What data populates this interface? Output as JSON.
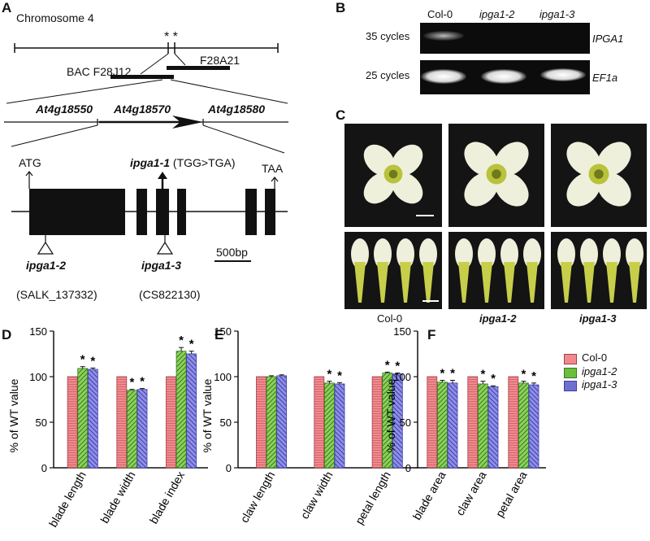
{
  "panels": {
    "a": "A",
    "b": "B",
    "c": "C",
    "d": "D",
    "e": "E",
    "f": "F"
  },
  "panel_a": {
    "chromosome": "Chromosome 4",
    "asterisks": "* *",
    "bac1": "BAC F28J12",
    "bac2": "F28A21",
    "gene_left": "At4g18550",
    "gene_mid": "At4g18570",
    "gene_right": "At4g18580",
    "atg": "ATG",
    "taa": "TAA",
    "mut1": "ipga1-1",
    "mut1_change": "(TGG>TGA)",
    "mut2": "ipga1-2",
    "mut2_line": "(SALK_137332)",
    "mut3": "ipga1-3",
    "mut3_line": "(CS822130)",
    "scale": "500bp"
  },
  "panel_b": {
    "col0": "Col-0",
    "ipga12": "ipga1-2",
    "ipga13": "ipga1-3",
    "cycles35": "35 cycles",
    "cycles25": "25 cycles",
    "gene1": "IPGA1",
    "gene2": "EF1a"
  },
  "panel_c": {
    "col0": "Col-0",
    "ipga12": "ipga1-2",
    "ipga13": "ipga1-3"
  },
  "legend": [
    {
      "name": "Col-0",
      "color": "#f08a8f"
    },
    {
      "name": "ipga1-2",
      "color": "#6dbd3c"
    },
    {
      "name": "ipga1-3",
      "color": "#6f6fd0"
    }
  ],
  "chart_data": [
    {
      "type": "bar",
      "ylabel": "% of WT value",
      "ylim": [
        0,
        150
      ],
      "yticks": [
        "0",
        "50",
        "100",
        "150"
      ],
      "categories": [
        "blade length",
        "blade width",
        "blade index"
      ],
      "series": [
        {
          "name": "Col-0",
          "values": [
            100,
            100,
            100
          ]
        },
        {
          "name": "ipga1-2",
          "values": [
            109,
            85,
            128
          ]
        },
        {
          "name": "ipga1-3",
          "values": [
            108,
            86,
            125
          ]
        }
      ],
      "errors": [
        [
          0,
          0,
          0
        ],
        [
          2,
          1,
          4
        ],
        [
          1.5,
          1,
          3
        ]
      ],
      "significance": [
        [
          false,
          false,
          false
        ],
        [
          true,
          true,
          true
        ],
        [
          true,
          true,
          true
        ]
      ]
    },
    {
      "type": "bar",
      "ylabel": "% of WT value",
      "ylim": [
        0,
        150
      ],
      "yticks": [
        "0",
        "50",
        "100",
        "150"
      ],
      "categories": [
        "claw length",
        "claw width",
        "petal length"
      ],
      "series": [
        {
          "name": "Col-0",
          "values": [
            100,
            100,
            100
          ]
        },
        {
          "name": "ipga1-2",
          "values": [
            100,
            93,
            104
          ]
        },
        {
          "name": "ipga1-3",
          "values": [
            101,
            92,
            103
          ]
        }
      ],
      "errors": [
        [
          0,
          0,
          0
        ],
        [
          1,
          2,
          1
        ],
        [
          1,
          1.5,
          1
        ]
      ],
      "significance": [
        [
          false,
          false,
          false
        ],
        [
          false,
          true,
          true
        ],
        [
          false,
          true,
          true
        ]
      ]
    },
    {
      "type": "bar",
      "ylabel": "% of WT value",
      "ylim": [
        0,
        150
      ],
      "yticks": [
        "0",
        "50",
        "100",
        "150"
      ],
      "categories": [
        "blade area",
        "claw area",
        "petal area"
      ],
      "series": [
        {
          "name": "Col-0",
          "values": [
            100,
            100,
            100
          ]
        },
        {
          "name": "ipga1-2",
          "values": [
            94,
            92,
            93
          ]
        },
        {
          "name": "ipga1-3",
          "values": [
            93,
            89,
            91
          ]
        }
      ],
      "errors": [
        [
          0,
          0,
          0
        ],
        [
          2,
          3,
          2
        ],
        [
          3,
          1,
          2
        ]
      ],
      "significance": [
        [
          false,
          false,
          false
        ],
        [
          true,
          true,
          true
        ],
        [
          true,
          true,
          true
        ]
      ]
    }
  ]
}
